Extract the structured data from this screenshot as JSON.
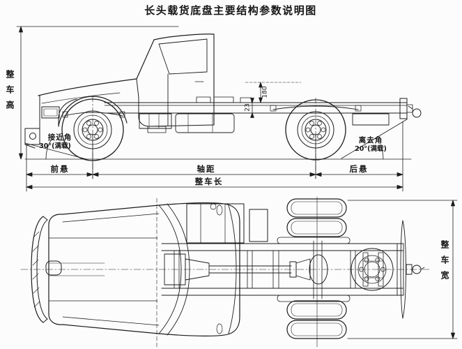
{
  "title": "长头载货底盘主要结构参数说明图",
  "colors": {
    "line": "#1c1c1c",
    "background": "#fcfcfc",
    "text": "#151515"
  },
  "side_view": {
    "height_label": "整车高",
    "approach_angle": {
      "label": "接近角",
      "value": "30°(满载)"
    },
    "departure_angle": {
      "label": "离去角",
      "value": "20°(满载)"
    },
    "front_overhang": "前悬",
    "wheelbase": "轴距",
    "rear_overhang": "后悬",
    "overall_length": "整车长",
    "frame_top_dim": "180",
    "rail_section_dim": "23"
  },
  "plan_view": {
    "width_label": "整车宽"
  }
}
